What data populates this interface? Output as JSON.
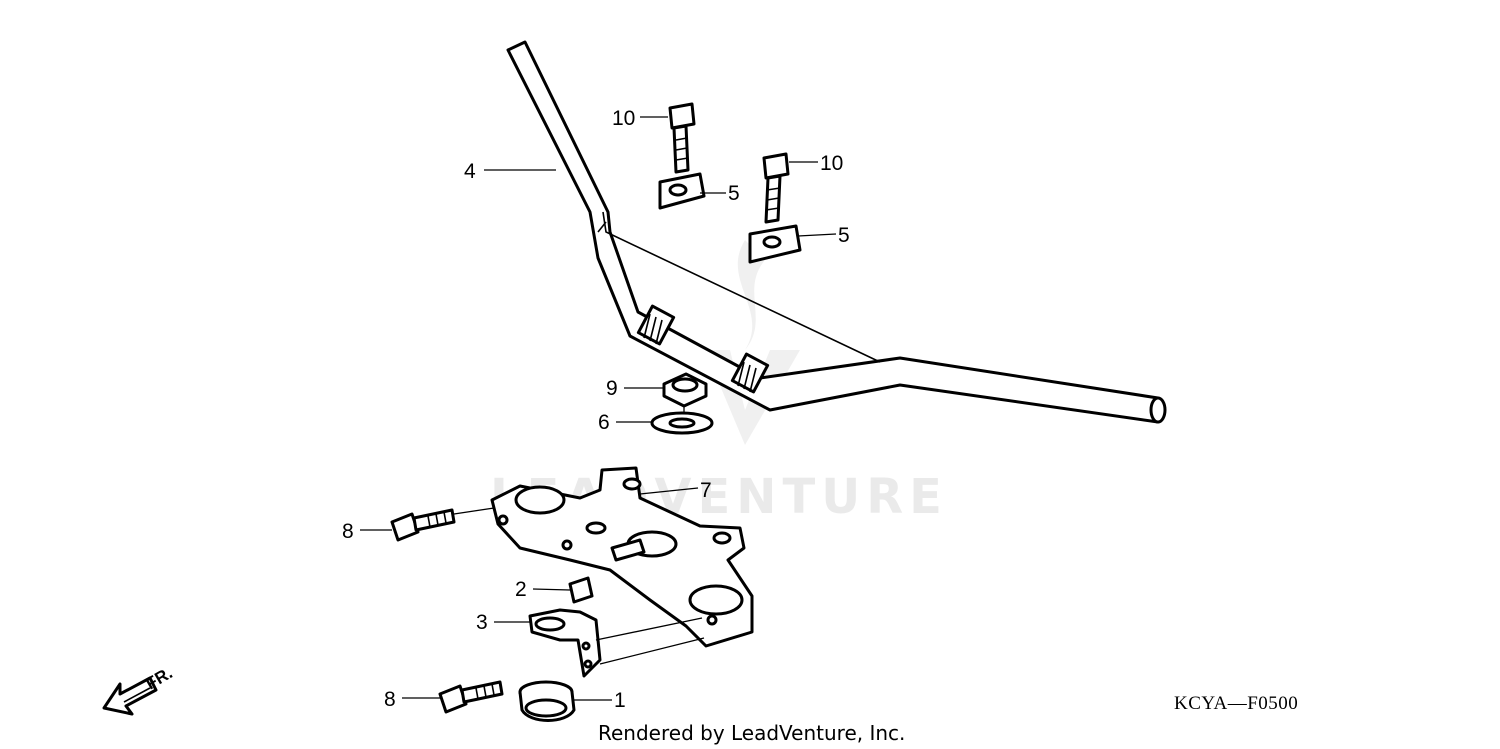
{
  "callouts": [
    {
      "id": "c1",
      "text": "1"
    },
    {
      "id": "c2",
      "text": "2"
    },
    {
      "id": "c3",
      "text": "3"
    },
    {
      "id": "c4",
      "text": "4"
    },
    {
      "id": "c5a",
      "text": "5"
    },
    {
      "id": "c5b",
      "text": "5"
    },
    {
      "id": "c6",
      "text": "6"
    },
    {
      "id": "c7",
      "text": "7"
    },
    {
      "id": "c8a",
      "text": "8"
    },
    {
      "id": "c8b",
      "text": "8"
    },
    {
      "id": "c9",
      "text": "9"
    },
    {
      "id": "c10a",
      "text": "10"
    },
    {
      "id": "c10b",
      "text": "10"
    }
  ],
  "direction_label": "FR.",
  "diagram_code": "KCYA—F0500",
  "credit": "Rendered by LeadVenture, Inc.",
  "watermark": "LEADVENTURE",
  "colors": {
    "line": "#000000",
    "background": "#ffffff"
  }
}
